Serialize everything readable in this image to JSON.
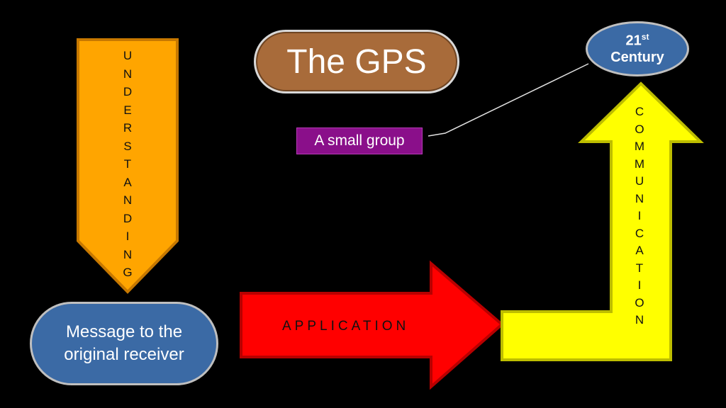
{
  "title": "The GPS",
  "small_group": "A small group",
  "century": {
    "number": "21",
    "superscript": "st",
    "word": "Century"
  },
  "message": {
    "line1": "Message to the",
    "line2": "original receiver"
  },
  "understanding_letters": [
    "U",
    "N",
    "D",
    "E",
    "R",
    "S",
    "T",
    "A",
    "N",
    "D",
    "I",
    "N",
    "G"
  ],
  "application": "APPLICATION",
  "communication_letters": [
    "C",
    "O",
    "M",
    "M",
    "U",
    "N",
    "I",
    "C",
    "A",
    "T",
    "I",
    "O",
    "N"
  ],
  "colors": {
    "background": "#000000",
    "title_pill": "#a86b3a",
    "small_group": "#8a0f8a",
    "ovals": "#3b6aa5",
    "orange_arrow": "#ffa500",
    "red_arrow": "#ff0000",
    "yellow_arrow": "#ffff00"
  }
}
